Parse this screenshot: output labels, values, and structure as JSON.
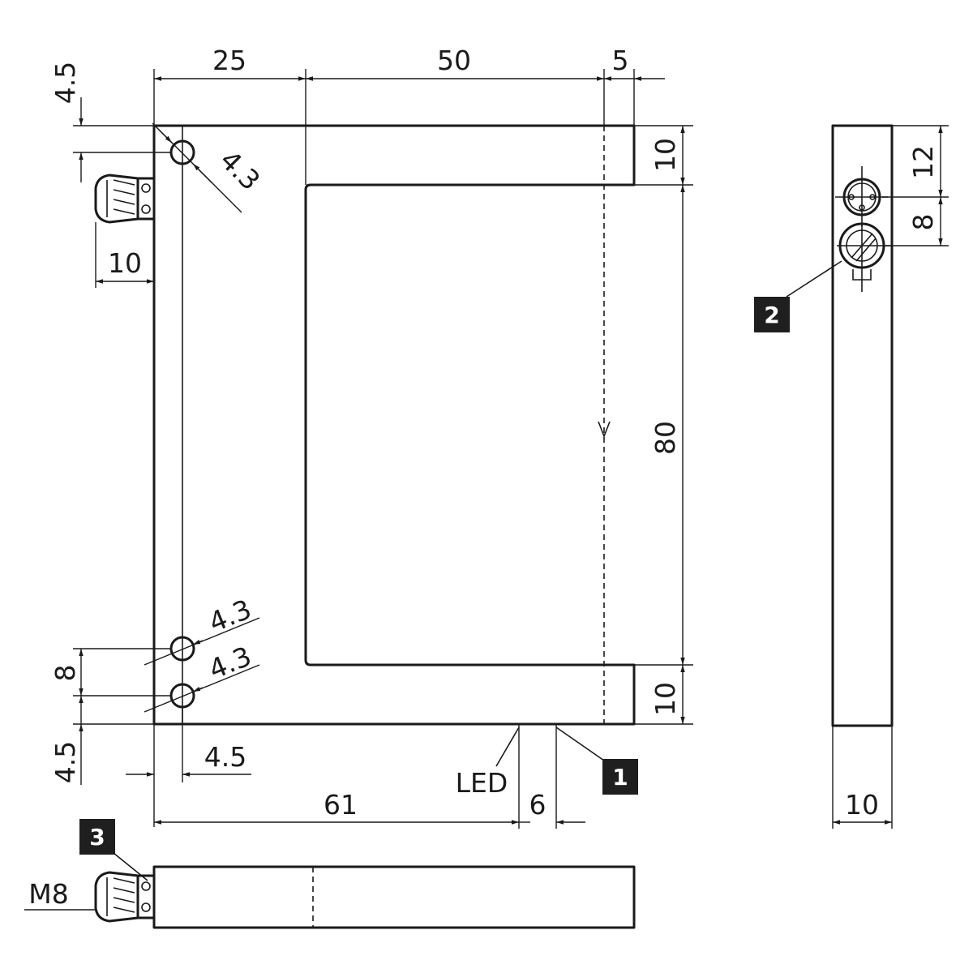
{
  "dimensions": {
    "top_left_25": "25",
    "top_mid_50": "50",
    "top_right_5": "5",
    "left_top_4_5": "4.5",
    "hole_top_4_3": "4.3",
    "connector_10": "10",
    "right_top_10": "10",
    "right_mid_80": "80",
    "right_bot_10": "10",
    "hole_mid_4_3": "4.3",
    "hole_bot_4_3": "4.3",
    "left_bot_8": "8",
    "left_bot_4_5": "4.5",
    "bottom_4_5": "4.5",
    "bottom_61": "61",
    "bottom_6": "6",
    "side_12": "12",
    "side_8": "8",
    "side_10": "10"
  },
  "labels": {
    "led": "LED",
    "thread": "M8"
  },
  "callouts": [
    "1",
    "2",
    "3"
  ]
}
